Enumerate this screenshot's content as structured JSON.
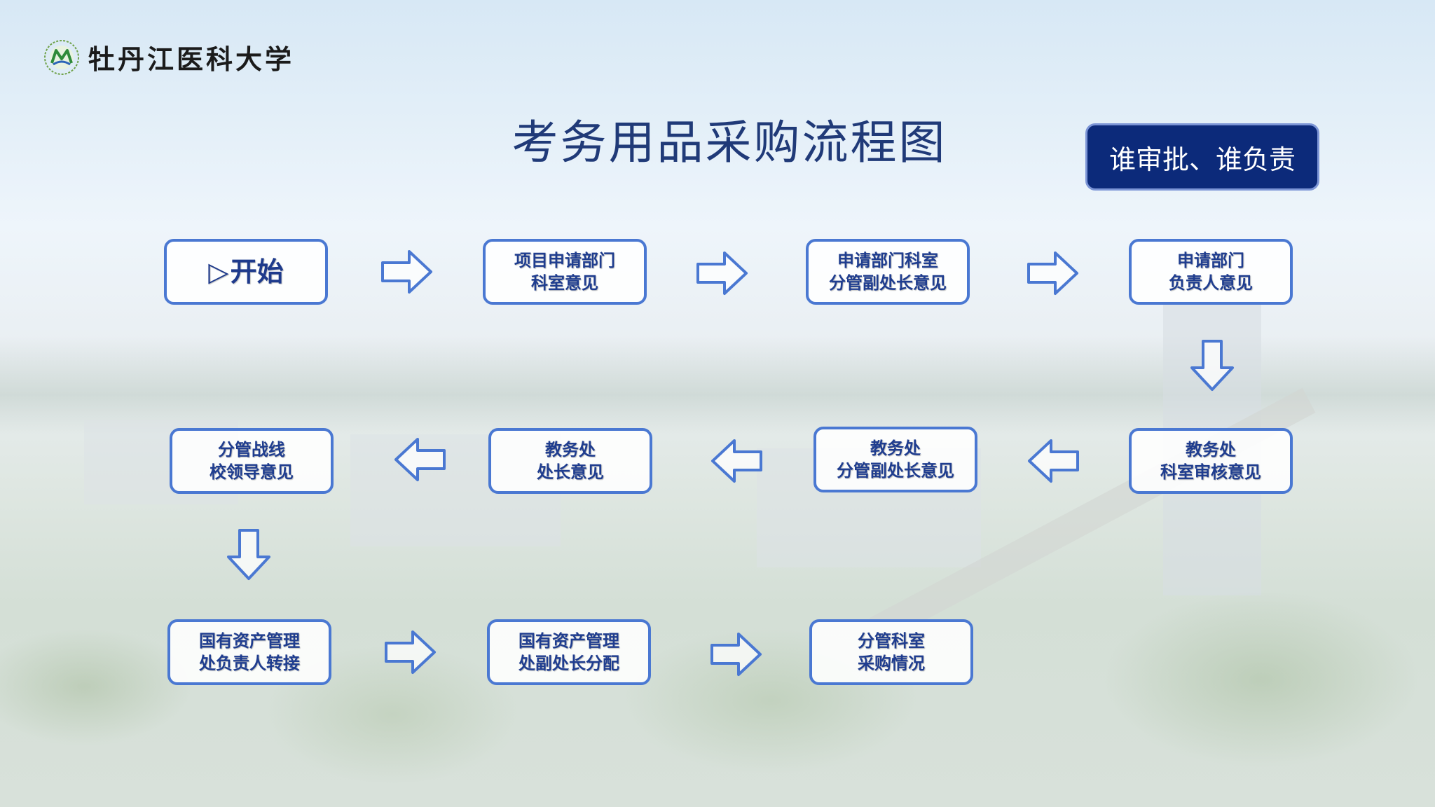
{
  "logo": {
    "text": "牡丹江医科大学"
  },
  "title": "考务用品采购流程图",
  "badge": "谁审批、谁负责",
  "colors": {
    "node_border": "#4a78d2",
    "node_text": "#1f3d8f",
    "badge_bg": "#0c2a7a",
    "title": "#203a78"
  },
  "flow": {
    "start": {
      "symbol": "▷",
      "label": "开始"
    },
    "row1": [
      "项目申请部门\n科室意见",
      "申请部门科室\n分管副处长意见",
      "申请部门\n负责人意见"
    ],
    "row2": [
      "教务处\n科室审核意见",
      "教务处\n分管副处长意见",
      "教务处\n处长意见",
      "分管战线\n校领导意见"
    ],
    "row3": [
      "国有资产管理\n处负责人转接",
      "国有资产管理\n处副处长分配",
      "分管科室\n采购情况"
    ]
  }
}
